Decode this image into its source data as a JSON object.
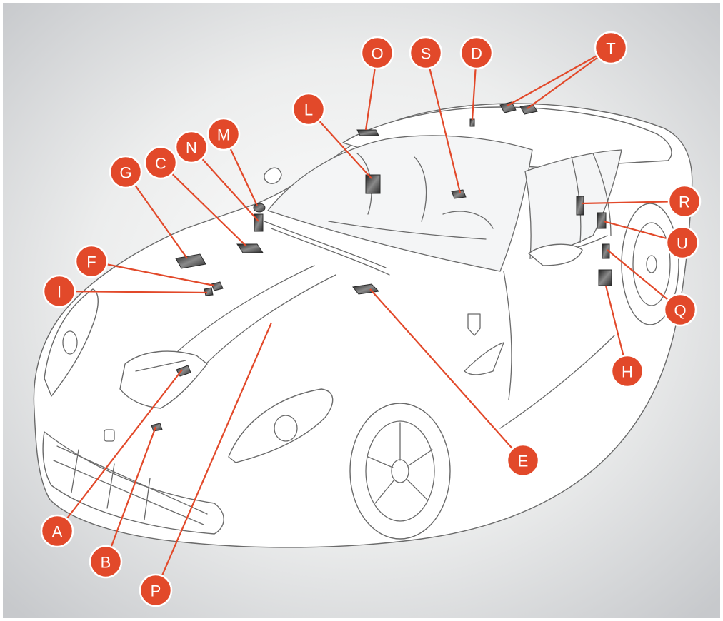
{
  "colors": {
    "callout": "#e2492a",
    "callout_text": "#ffffff",
    "line_art": "#6a6a6a",
    "background_center": "#ffffff",
    "background_edge": "#c7c9cc",
    "label_patch": "#3a3a3a"
  },
  "callouts": [
    {
      "letter": "A"
    },
    {
      "letter": "B"
    },
    {
      "letter": "C"
    },
    {
      "letter": "D"
    },
    {
      "letter": "E"
    },
    {
      "letter": "F"
    },
    {
      "letter": "G"
    },
    {
      "letter": "H"
    },
    {
      "letter": "I"
    },
    {
      "letter": "L"
    },
    {
      "letter": "M"
    },
    {
      "letter": "N"
    },
    {
      "letter": "O"
    },
    {
      "letter": "P"
    },
    {
      "letter": "Q"
    },
    {
      "letter": "R"
    },
    {
      "letter": "S"
    },
    {
      "letter": "T"
    },
    {
      "letter": "U"
    }
  ]
}
